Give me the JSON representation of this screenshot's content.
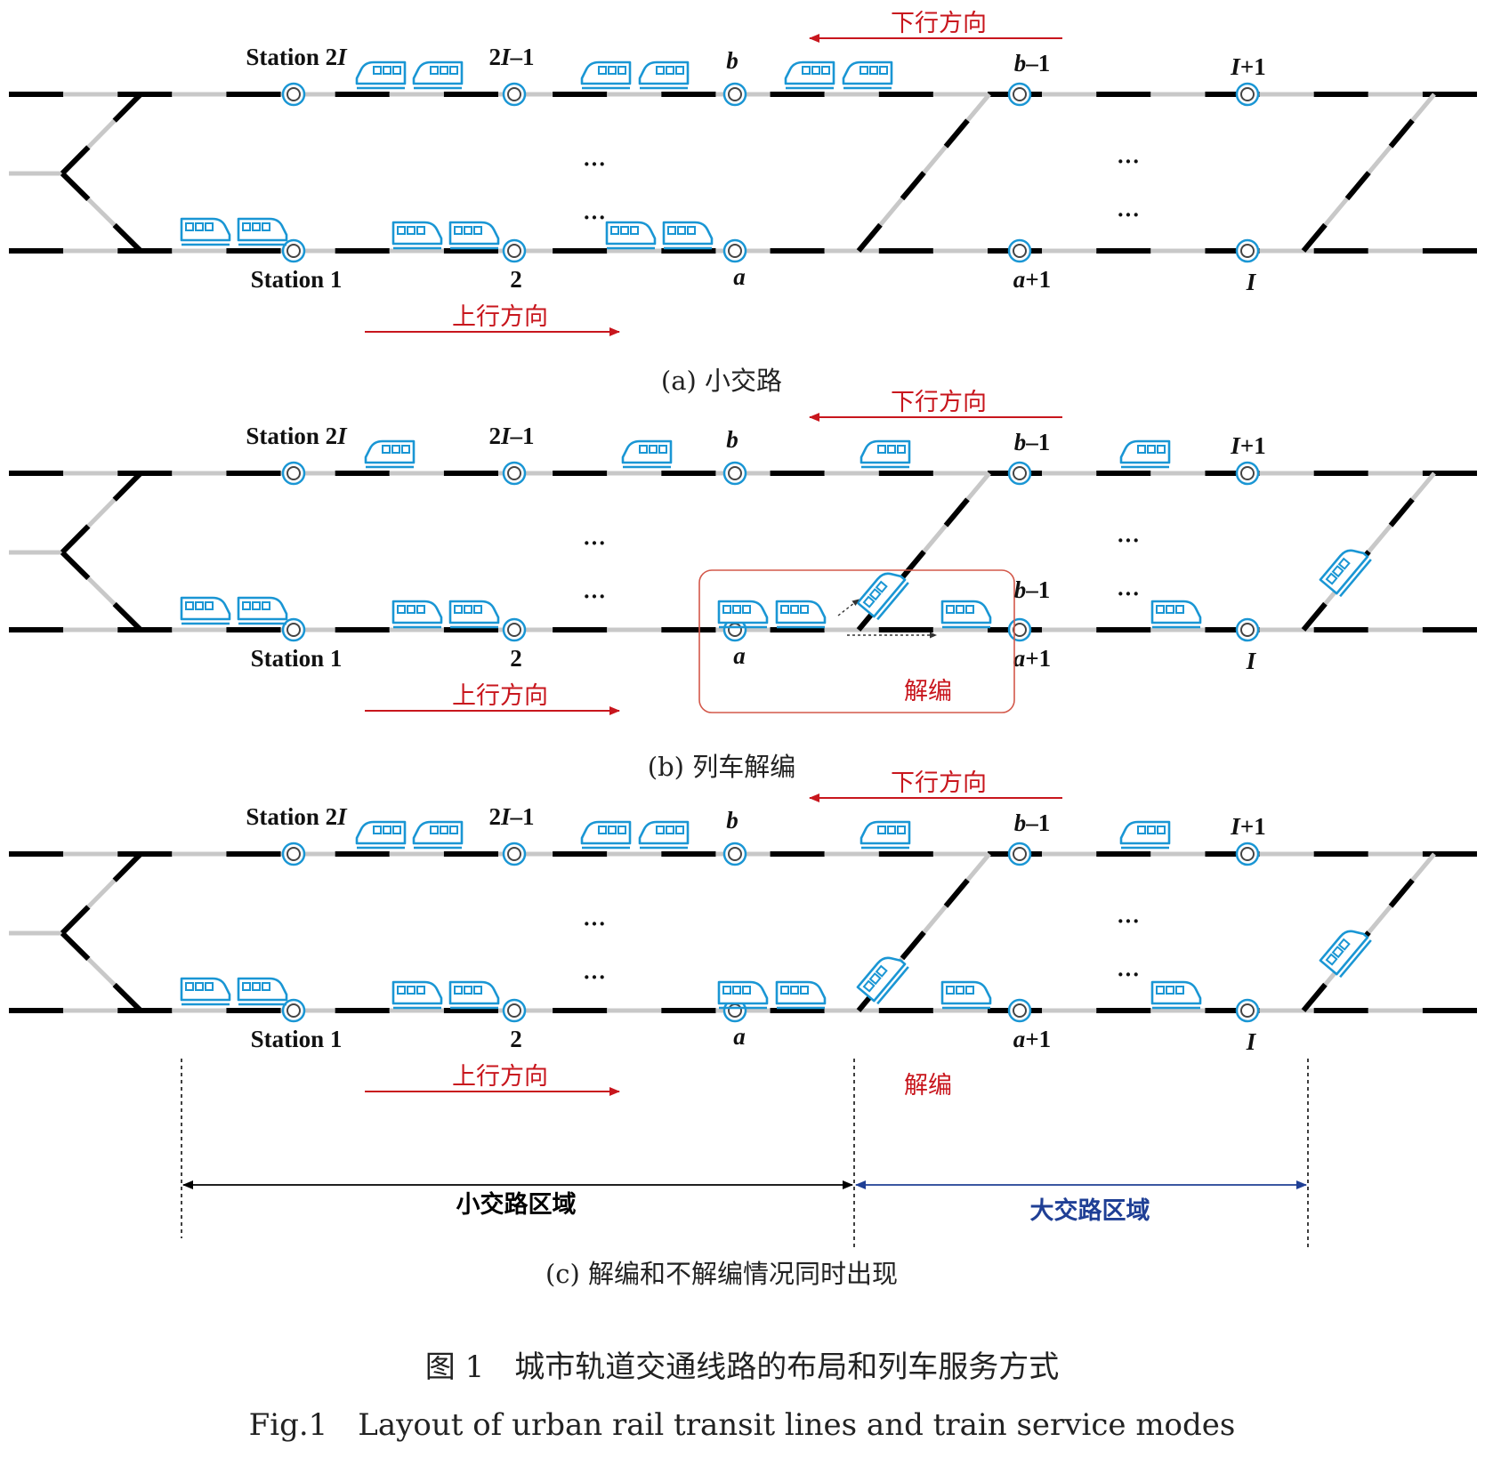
{
  "colors": {
    "track_dark": "#000000",
    "track_light": "#c8c8c8",
    "train": "#1a96d4",
    "direction_red": "#c8161d",
    "small_zone": "#000000",
    "large_zone": "#1f3f95"
  },
  "stations": {
    "station_2I": "Station 2",
    "station_2I_var": "I",
    "s_2I_minus_1_prefix": "2",
    "s_2I_minus_1_var": "I",
    "s_2I_minus_1_suffix": "–1",
    "s_b": "b",
    "s_b_minus_1_var": "b",
    "s_b_minus_1_suffix": "–1",
    "s_I_plus_1_var": "I",
    "s_I_plus_1_suffix": "+1",
    "station_1": "Station 1",
    "s_2": "2",
    "s_a": "a",
    "s_a_plus_1_var": "a",
    "s_a_plus_1_suffix": "+1",
    "s_I": "I"
  },
  "directions": {
    "down": "下行方向",
    "up": "上行方向"
  },
  "ellipsis": "···",
  "decouple_label": "解编",
  "panels": [
    {
      "caption": "(a) 小交路"
    },
    {
      "caption": "(b) 列车解编"
    },
    {
      "caption": "(c) 解编和不解编情况同时出现"
    }
  ],
  "zones": {
    "small": "小交路区域",
    "large": "大交路区域"
  },
  "figure": {
    "title_cn": "图 1　城市轨道交通线路的布局和列车服务方式",
    "title_en": "Fig.1　Layout of urban rail transit lines and train service modes"
  }
}
